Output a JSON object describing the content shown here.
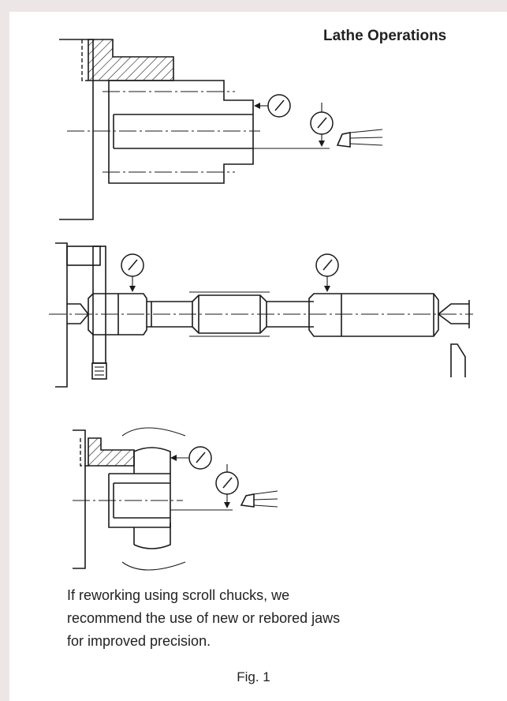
{
  "heading": "Lathe Operations",
  "caption_lines": [
    "If reworking using scroll chucks, we",
    "recommend the use of new or rebored jaws",
    "for improved precision."
  ],
  "figure_label": "Fig. 1",
  "colors": {
    "background": "#ede6e6",
    "panel": "#ffffff",
    "ink": "#1a1a1a"
  },
  "illustrations": [
    {
      "id": "bore-face-check",
      "icons": [
        "dial-indicator-icon",
        "dial-indicator-icon",
        "cutting-tool-icon"
      ]
    },
    {
      "id": "shaft-between-centers",
      "icons": [
        "dial-indicator-icon",
        "dial-indicator-icon",
        "cutting-tool-icon"
      ]
    },
    {
      "id": "gear-blank-check",
      "icons": [
        "dial-indicator-icon",
        "dial-indicator-icon",
        "cutting-tool-icon"
      ]
    }
  ]
}
